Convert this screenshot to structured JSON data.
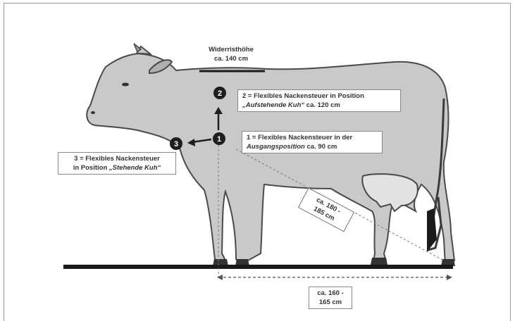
{
  "labels": {
    "widerrist_line1": "Widerristhöhe",
    "widerrist_line2": "ca. 140 cm",
    "pos2_line1": "2 = Flexibles Nackensteuer in Position",
    "pos2_line2_italic": "„Aufstehende Kuh“",
    "pos2_line2_rest": " ca. 120 cm",
    "pos1_line1": "1 = Flexibles Nackensteuer in der",
    "pos1_line2_italic": "Ausgangsposition",
    "pos1_line2_rest": " ca. 90 cm",
    "pos3_line1": "3 = Flexibles Nackensteuer",
    "pos3_line2_start": "in Position ",
    "pos3_line2_italic": "„Stehende Kuh“",
    "diag_line1": "ca. 180 -",
    "diag_line2": "185 cm",
    "len_line1": "ca. 160 -",
    "len_line2": "165 cm"
  },
  "markers": {
    "m1": "1",
    "m2": "2",
    "m3": "3"
  },
  "colors": {
    "cow_fill": "#c9c9c9",
    "cow_outline": "#4a4a4a",
    "marker_fill": "#1e1e1e",
    "ground": "#1a1a1a"
  }
}
